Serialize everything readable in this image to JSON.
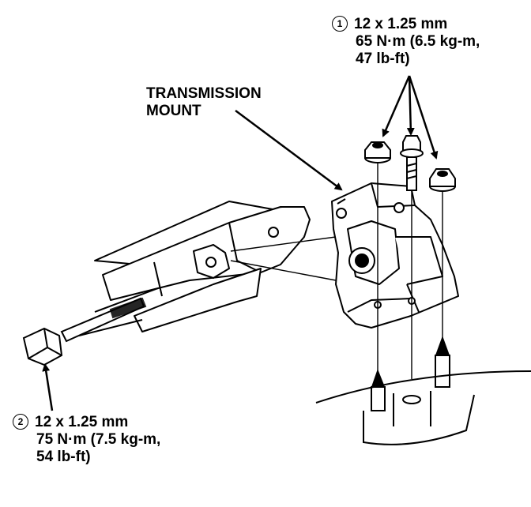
{
  "labels": {
    "transmission_mount": [
      "TRANSMISSION",
      "MOUNT"
    ]
  },
  "specs": [
    {
      "callout": "1",
      "lines": [
        "12 x 1.25 mm",
        "65 N·m (6.5 kg-m,",
        "47 lb-ft)"
      ]
    },
    {
      "callout": "2",
      "lines": [
        "12 x 1.25 mm",
        "75 N·m (7.5 kg-m,",
        "54 lb-ft)"
      ]
    }
  ],
  "icons": [
    "hex-nut-icon",
    "flange-bolt-icon",
    "through-bolt-icon",
    "stud-icon"
  ]
}
